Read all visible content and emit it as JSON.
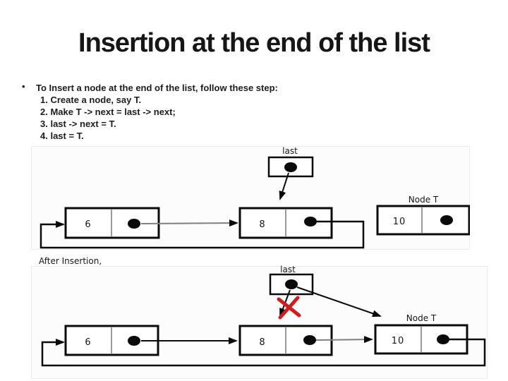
{
  "slide": {
    "title": "Insertion at the end of the list",
    "bullet_glyph": "•",
    "bullet": {
      "intro": "To Insert a node at the end of the list, follow these step:",
      "steps": [
        "1. Create a node, say T.",
        "2. Make T -> next = last -> next;",
        "3. last -> next = T.",
        "4. last = T."
      ]
    }
  },
  "diagram_before": {
    "last_label": "last",
    "new_node_label": "Node T",
    "nodes": [
      {
        "value": "6"
      },
      {
        "value": "8"
      },
      {
        "value": "10"
      }
    ]
  },
  "diagram_after": {
    "caption": "After Insertion,",
    "last_label": "last",
    "new_node_label": "Node T",
    "nodes": [
      {
        "value": "6"
      },
      {
        "value": "8"
      },
      {
        "value": "10"
      }
    ]
  },
  "colors": {
    "ink": "#0a0a0a",
    "gray_line": "#808080",
    "cross_red": "#cf1d1d",
    "panel_bg": "#fcfcfc"
  }
}
